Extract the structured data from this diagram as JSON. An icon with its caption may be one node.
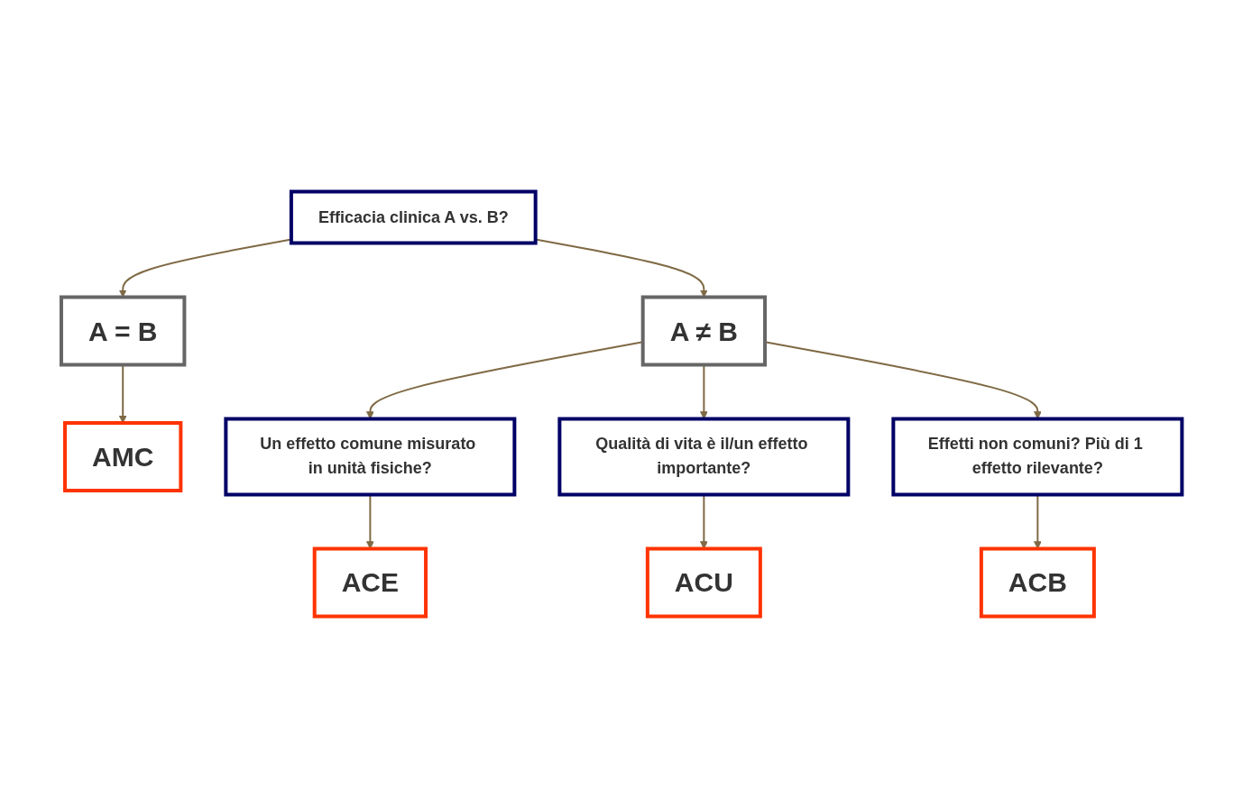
{
  "diagram": {
    "nodes": [
      {
        "text": [
          "Efficacia clinica A vs. B?"
        ]
      },
      {
        "text": [
          "A = B"
        ]
      },
      {
        "text": [
          "AMC"
        ]
      },
      {
        "text": [
          "A ≠ B"
        ]
      },
      {
        "text": [
          "Un effetto comune misurato in unità fisiche?"
        ]
      },
      {
        "text": [
          "Qualità di vita è il/un effetto importante?"
        ]
      },
      {
        "text": [
          "Effetti non comuni? Più di 1 effetto rilevante?"
        ]
      },
      {
        "text": [
          "ACE"
        ]
      },
      {
        "text": [
          "ACU"
        ]
      },
      {
        "text": [
          "ACB"
        ]
      }
    ],
    "edges": [
      {
        "from": 0,
        "to": 1,
        "arrow": "to"
      },
      {
        "from": 0,
        "to": 3,
        "arrow": "to"
      },
      {
        "from": 1,
        "to": 2,
        "arrow": "to"
      },
      {
        "from": 3,
        "to": 4,
        "arrow": "to"
      },
      {
        "from": 3,
        "to": 5,
        "arrow": "to"
      },
      {
        "from": 3,
        "to": 6,
        "arrow": "to"
      },
      {
        "from": 4,
        "to": 7,
        "arrow": "to"
      },
      {
        "from": 5,
        "to": 8,
        "arrow": "to"
      },
      {
        "from": 6,
        "to": 9,
        "arrow": "to"
      }
    ]
  }
}
